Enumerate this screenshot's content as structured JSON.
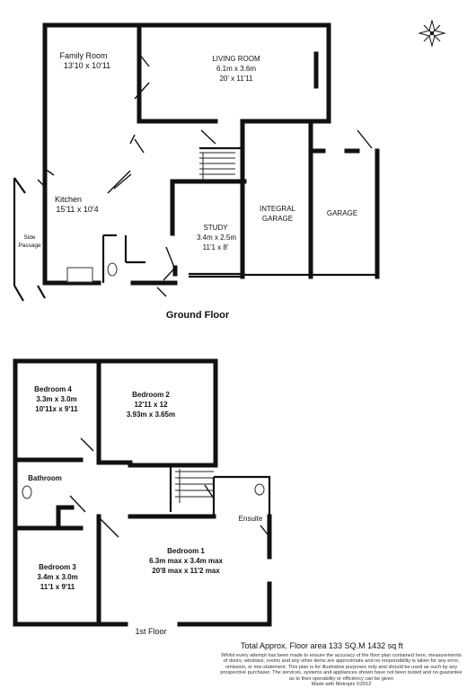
{
  "floors": {
    "ground": "Ground Floor",
    "first": "1st Floor"
  },
  "rooms": {
    "family_room": {
      "name": "Family Room",
      "size1": "13'10 x 10'11"
    },
    "living_room": {
      "name": "LIVING ROOM",
      "size1": "6.1m x 3.6m",
      "size2": "20' x 11'11"
    },
    "kitchen": {
      "name": "Kitchen",
      "size1": "15'11 x 10'4"
    },
    "side_passage": {
      "line1": "Side",
      "line2": "Passage"
    },
    "study": {
      "name": "STUDY",
      "size1": "3.4m x 2.5m",
      "size2": "11'1 x 8'"
    },
    "integral_garage": {
      "line1": "INTEGRAL",
      "line2": "GARAGE"
    },
    "garage": {
      "name": "GARAGE"
    },
    "bedroom4": {
      "name": "Bedroom 4",
      "size1": "3.3m x 3.0m",
      "size2": "10'11x x 9'11"
    },
    "bedroom2": {
      "name": "Bedroom 2",
      "size1": "12'11 x 12",
      "size2": "3.93m x 3.65m"
    },
    "bathroom": {
      "name": "Bathroom"
    },
    "ensuite": {
      "name": "Ensuite"
    },
    "bedroom3": {
      "name": "Bedroom 3",
      "size1": "3.4m x 3.0m",
      "size2": "11'1 x 9'11"
    },
    "bedroom1": {
      "name": "Bedroom 1",
      "size1": "6.3m max x 3.4m max",
      "size2": "20'8 max x 11'2 max"
    }
  },
  "total_area": "Total Approx. Floor area 133 SQ.M 1432 sq ft",
  "disclaimer": [
    "Whilst every attempt has been made to ensure the accuracy of the floor plan contained here, measurements",
    "of doors, windows, rooms and any other items are approximate and no responsibility is taken for any error,",
    "omission, or mis-statement. This plan is for illustrative purposes only and should be used as such by any",
    "prospective purchaser. The services, systems and appliances shown have not been tested and no guarantee",
    "as to their operability or efficiency can be given",
    "Made with Metropix ©2012"
  ]
}
